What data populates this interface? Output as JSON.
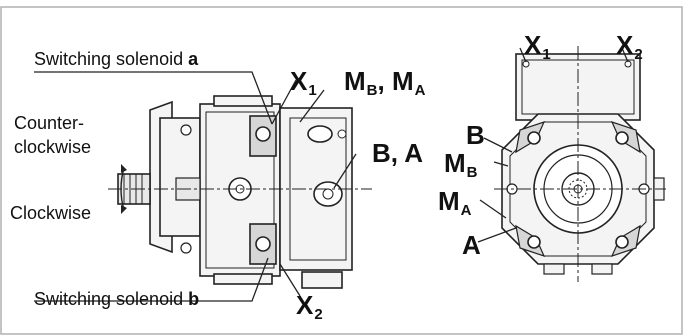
{
  "labels": {
    "solenoid_a_prefix": "Switching solenoid",
    "solenoid_a_letter": "a",
    "solenoid_b_prefix": "Switching solenoid",
    "solenoid_b_letter": "b",
    "counter_clockwise_1": "Counter-",
    "counter_clockwise_2": "clockwise",
    "clockwise": "Clockwise",
    "left_x1": "X",
    "left_x1_sub": "1",
    "left_x2": "X",
    "left_x2_sub": "2",
    "mb": "M",
    "mb_sub": "B",
    "ma_prefix": ", M",
    "ma_sub": "A",
    "ba": "B, A",
    "right_x1": "X",
    "right_x1_sub": "1",
    "right_x2": "X",
    "right_x2_sub": "2",
    "right_b": "B",
    "right_mb": "M",
    "right_mb_sub": "B",
    "right_ma": "M",
    "right_ma_sub": "A",
    "right_a": "A"
  },
  "colors": {
    "line": "#222222",
    "frame": "#b0b0b0",
    "housing": "#f4f4f4",
    "shade": "#d6d6d6"
  }
}
